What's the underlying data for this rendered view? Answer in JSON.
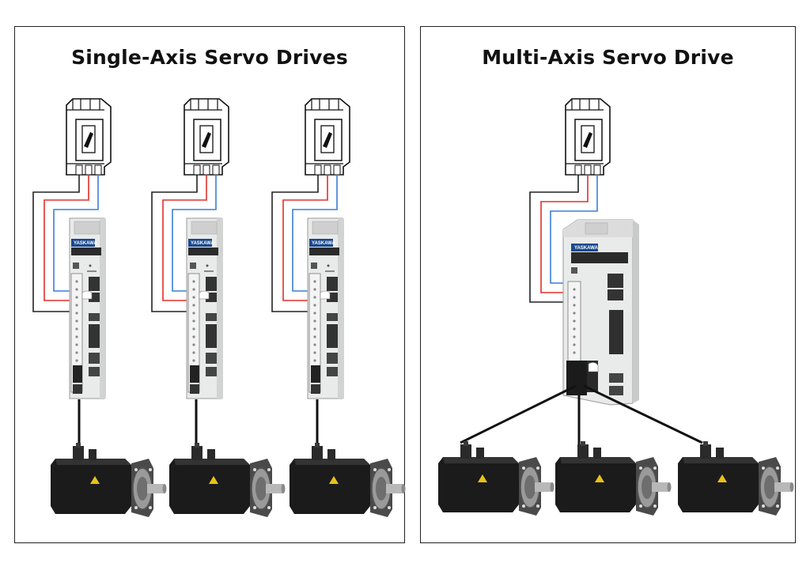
{
  "panels": {
    "single": {
      "title": "Single-Axis Servo Drives"
    },
    "multi": {
      "title": "Multi-Axis Servo Drive"
    }
  },
  "drive_brand": "YASKAWA",
  "colors": {
    "wire_black": "#222222",
    "wire_red": "#e0302a",
    "wire_blue": "#3a7fd5",
    "motor_body": "#1b1b1b",
    "drive_panel": "#e9eaea",
    "drive_label": "#1b4a8c"
  },
  "icons": [
    "circuit-breaker-icon",
    "servo-drive-icon",
    "servo-motor-icon",
    "warning-triangle-icon"
  ]
}
